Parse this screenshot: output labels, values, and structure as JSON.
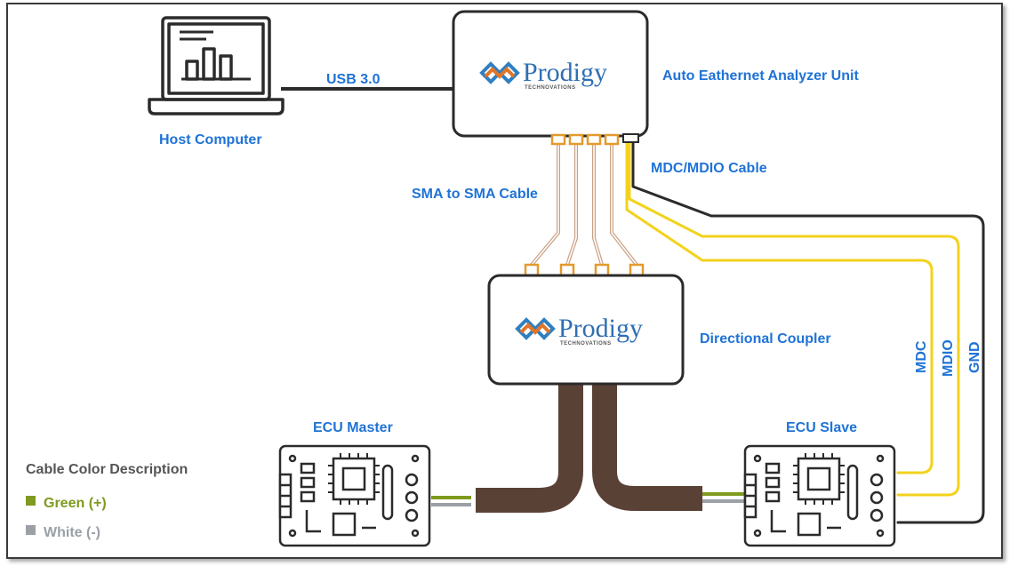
{
  "labels": {
    "host_computer": "Host Computer",
    "usb": "USB 3.0",
    "analyzer": "Auto Eathernet Analyzer Unit",
    "mdc_mdio_cable": "MDC/MDIO Cable",
    "sma_cable": "SMA to SMA Cable",
    "coupler": "Directional Coupler",
    "ecu_master": "ECU Master",
    "ecu_slave": "ECU Slave",
    "mdc": "MDC",
    "mdio": "MDIO",
    "gnd": "GND"
  },
  "brand": {
    "name": "Prodigy",
    "sub": "TECHNOVATIONS"
  },
  "legend": {
    "title": "Cable Color Description",
    "items": [
      {
        "label": "Green (+)",
        "color": "#7f9a1e"
      },
      {
        "label": "White (-)",
        "color": "#9aa0a6"
      }
    ]
  },
  "colors": {
    "label_blue": "#1f73d6",
    "sma_cable": "#d2a88b",
    "mdc_mdio_yellow": "#f3d21c",
    "gnd_black": "#2b2b2b",
    "ecu_trunk": "#5a4136",
    "connector_orange": "#e49a2c",
    "logo_blue": "#2f7fc1",
    "logo_orange": "#e0762a"
  }
}
